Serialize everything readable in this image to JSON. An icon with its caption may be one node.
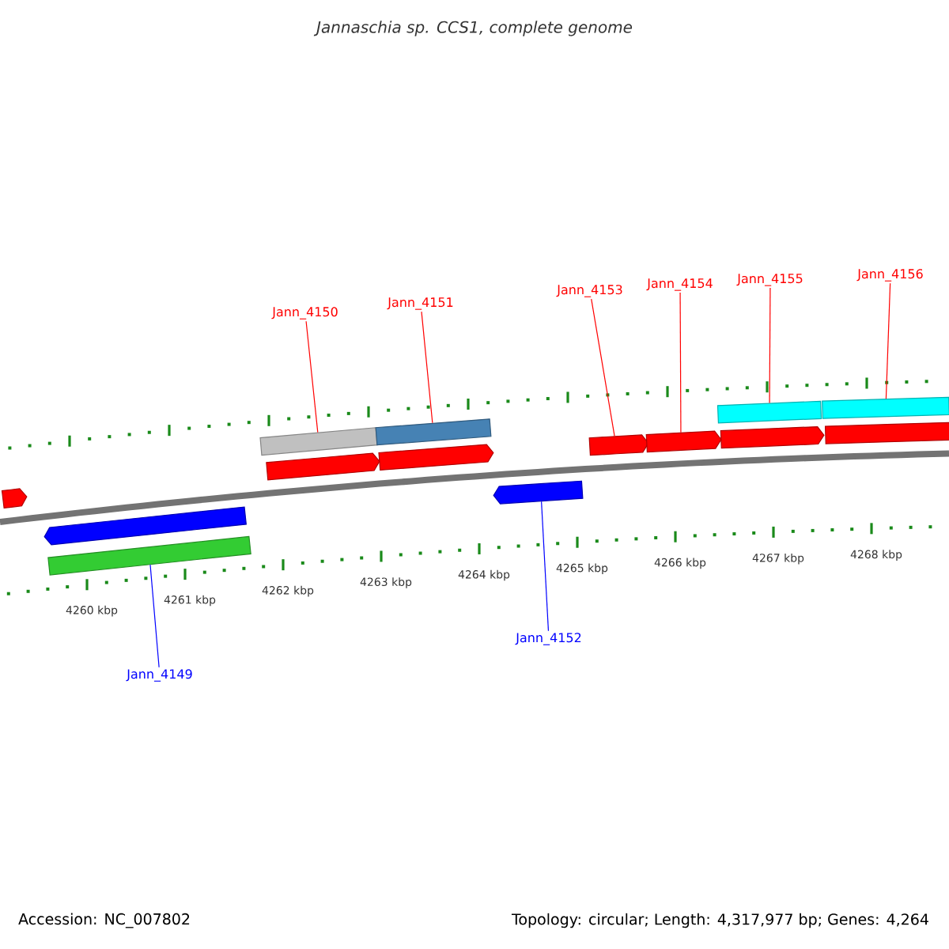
{
  "diagram": {
    "title": "Jannaschia sp. CCS1, complete genome",
    "nodes": [
      {
        "text": [
          "Jann_4150"
        ]
      },
      {
        "text": [
          "Jann_4151"
        ]
      },
      {
        "text": [
          "Jann_4153"
        ]
      },
      {
        "text": [
          "Jann_4154"
        ]
      },
      {
        "text": [
          "Jann_4155"
        ]
      },
      {
        "text": [
          "Jann_4156"
        ]
      },
      {
        "text": [
          "Jann_4152"
        ]
      },
      {
        "text": [
          "Jann_4149"
        ]
      },
      {
        "text": [],
        "shape": "arrow"
      },
      {
        "text": [],
        "shape": "arrow"
      },
      {
        "text": [],
        "shape": "bar"
      },
      {
        "text": [],
        "shape": "arrow"
      },
      {
        "text": [],
        "shape": "bar"
      },
      {
        "text": [],
        "shape": "arrow"
      },
      {
        "text": [],
        "shape": "bar"
      },
      {
        "text": [],
        "shape": "arrow"
      },
      {
        "text": [],
        "shape": "arrow"
      },
      {
        "text": [],
        "shape": "arrow"
      },
      {
        "text": [],
        "shape": "bar"
      },
      {
        "text": [],
        "shape": "arrow"
      },
      {
        "text": [],
        "shape": "bar"
      },
      {
        "text": [],
        "shape": "arrow"
      }
    ],
    "edges": [
      {
        "from": 0,
        "to": 12,
        "arrow": "none"
      },
      {
        "from": 1,
        "to": 14,
        "arrow": "none"
      },
      {
        "from": 2,
        "to": 16,
        "arrow": "none"
      },
      {
        "from": 3,
        "to": 17,
        "arrow": "none"
      },
      {
        "from": 4,
        "to": 18,
        "arrow": "none"
      },
      {
        "from": 5,
        "to": 20,
        "arrow": "none"
      },
      {
        "from": 6,
        "to": 15,
        "arrow": "none",
        "color": "#0000ff"
      },
      {
        "from": 7,
        "to": 10,
        "arrow": "none",
        "color": "#0000ff"
      }
    ],
    "labels": [
      "4260 kbp",
      "4261 kbp",
      "4262 kbp",
      "4263 kbp",
      "4264 kbp",
      "4265 kbp",
      "4266 kbp",
      "4267 kbp",
      "4268 kbp",
      "Accession: NC_007802",
      "Topology: circular; Length: 4,317,977 bp; Genes: 4,264"
    ]
  }
}
